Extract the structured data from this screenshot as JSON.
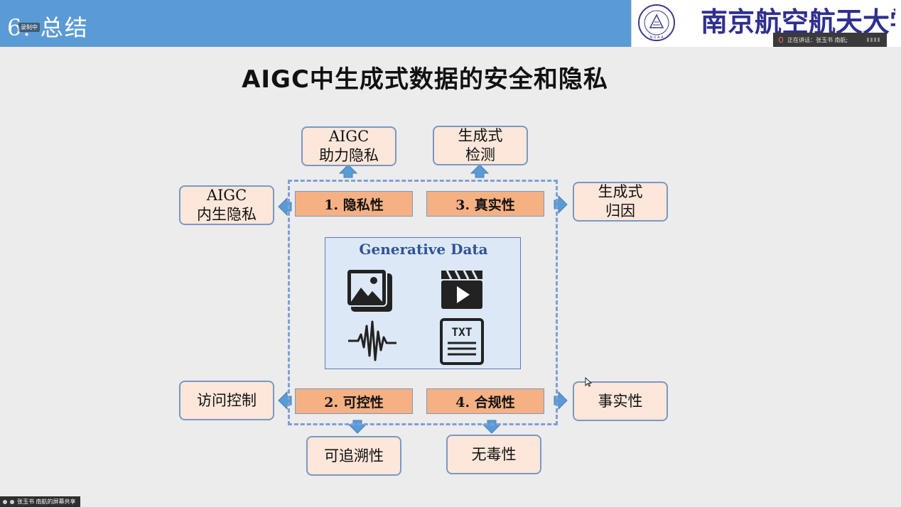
{
  "header": {
    "section_title": "6. 总结",
    "recording_badge": "录制中",
    "university_name": "南京航空航天大学",
    "speaker_status": "正在讲话：张玉书 南航;"
  },
  "slide": {
    "title": "AIGC中生成式数据的安全和隐私"
  },
  "diagram": {
    "panel_title": "Generative Data",
    "labels": {
      "privacy": "1. 隐私性",
      "controllability": "2. 可控性",
      "authenticity": "3. 真实性",
      "compliance": "4. 合规性"
    },
    "outer": {
      "aigc_assist_privacy": [
        "AIGC",
        "助力隐私"
      ],
      "aigc_inherent_privacy": [
        "AIGC",
        "内生隐私"
      ],
      "generative_detection": [
        "生成式",
        "检测"
      ],
      "generative_attribution": [
        "生成式",
        "归因"
      ],
      "access_control": [
        "访问控制"
      ],
      "traceability": [
        "可追溯性"
      ],
      "non_toxicity": [
        "无毒性"
      ],
      "factuality": [
        "事实性"
      ]
    },
    "icons": [
      "image-icon",
      "video-icon",
      "audio-wave-icon",
      "txt-document-icon"
    ],
    "colors": {
      "label_fill": "#f5b183",
      "outer_fill": "#fce7da",
      "frame_dash": "#7da0d8",
      "panel_fill": "#dce8f5",
      "arrow": "#5b9bd5"
    }
  },
  "footer": {
    "share_status": "张玉书 南航的屏幕共享"
  }
}
